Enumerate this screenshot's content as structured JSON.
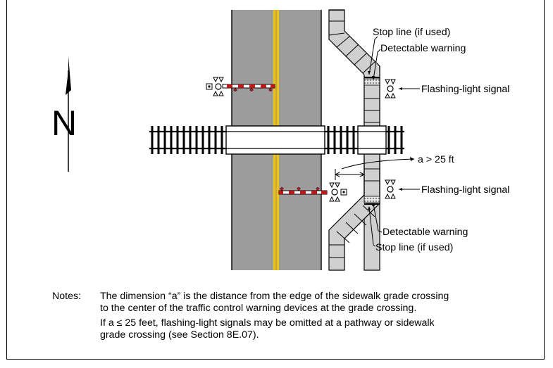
{
  "north_label": "N",
  "labels": {
    "stop_line_top": "Stop line (if used)",
    "detectable_warning_top": "Detectable warning",
    "flashing_signal_top": "Flashing-light signal",
    "dimension": "a > 25 ft",
    "flashing_signal_bottom": "Flashing-light signal",
    "detectable_warning_bottom": "Detectable warning",
    "stop_line_bottom": "Stop line (if used)"
  },
  "notes": {
    "heading": "Notes:",
    "line1": "The dimension “a” is the distance from the edge of the sidewalk grade crossing",
    "line2": "to the center of the traffic control warning devices at the grade crossing.",
    "line3": "If a ≤ 25 feet, flashing-light signals may be omitted at a pathway or sidewalk",
    "line4": "grade crossing (see Section 8E.07)."
  },
  "colors": {
    "road": "#9c9c9c",
    "centerline": "#f5c400",
    "sidewalk": "#d0d0d0",
    "gate_red": "#c01818"
  }
}
